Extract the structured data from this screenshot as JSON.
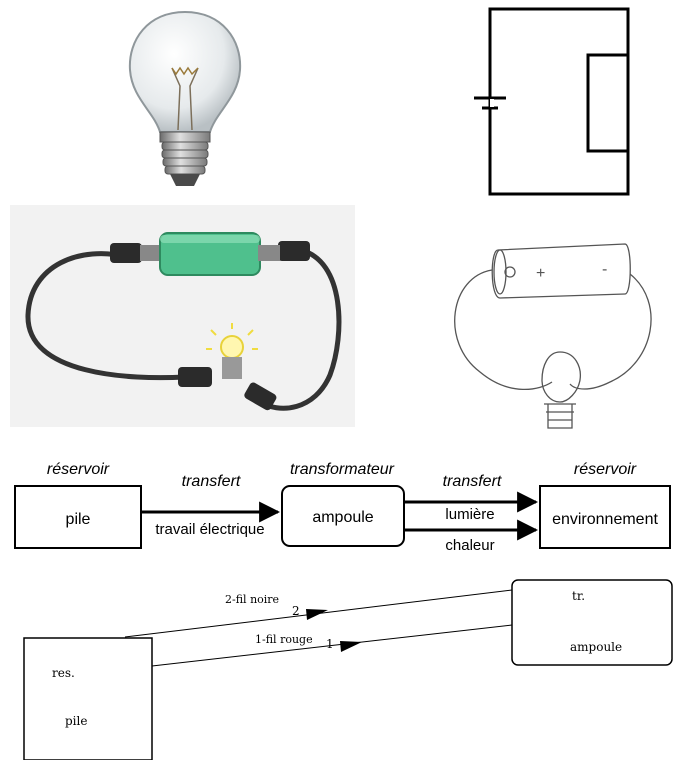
{
  "energy_chain": {
    "source_role": "réservoir",
    "source_name": "pile",
    "transfer1_label": "transfert",
    "transfer1_mode": "travail électrique",
    "converter_role": "transformateur",
    "converter_name": "ampoule",
    "transfer2_label": "transfert",
    "transfer2_mode_a": "lumière",
    "transfer2_mode_b": "chaleur",
    "target_role": "réservoir",
    "target_name": "environnement"
  },
  "handwritten": {
    "wire_black": "2-fil noire",
    "wire_black_num": "2",
    "wire_red": "1-fil rouge",
    "wire_red_num": "1",
    "converter_abbr": "tr.",
    "converter_name": "ampoule",
    "source_abbr": "res.",
    "source_name": "pile"
  },
  "drawing": {
    "battery_plus": "+",
    "battery_minus": "-"
  },
  "colors": {
    "line": "#000000",
    "battery_green": "#4fc08d",
    "cable": "#333333"
  }
}
